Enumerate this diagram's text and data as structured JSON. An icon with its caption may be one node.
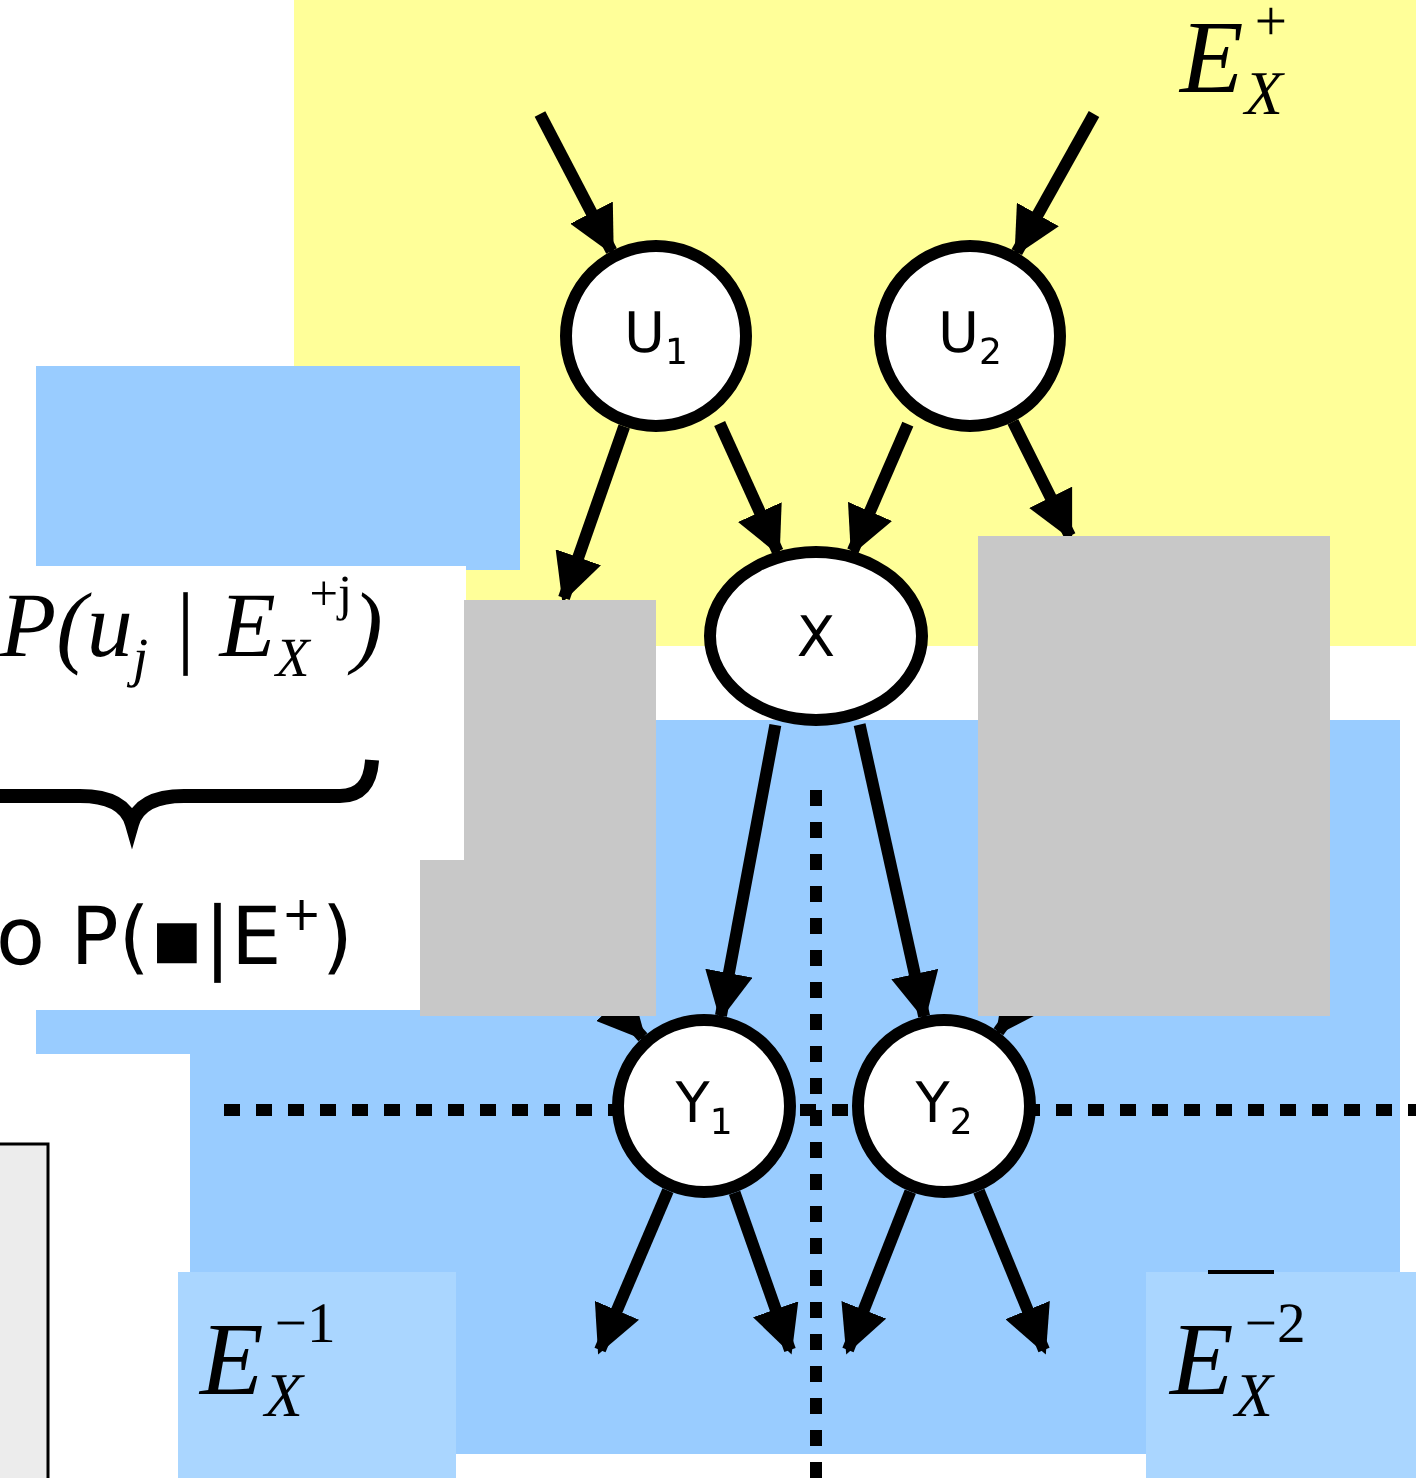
{
  "diagram": {
    "nodes": [
      {
        "text": [
          "U$_{1}$"
        ]
      },
      {
        "text": [
          "U$_{2}$"
        ]
      },
      {
        "text": [
          "X"
        ]
      },
      {
        "text": [
          "Y$_{1}$"
        ]
      },
      {
        "text": [
          "Y$_{2}$"
        ]
      },
      {
        "text": [],
        "shape": "box"
      },
      {
        "text": [],
        "shape": "box"
      },
      {
        "text": [],
        "shape": "box"
      }
    ],
    "edges": [
      {
        "from": null,
        "to": 0,
        "arrow": "to"
      },
      {
        "from": null,
        "to": 1,
        "arrow": "to"
      },
      {
        "from": 0,
        "to": 6,
        "arrow": "to"
      },
      {
        "from": 0,
        "to": 2,
        "arrow": "to"
      },
      {
        "from": 1,
        "to": 2,
        "arrow": "to"
      },
      {
        "from": 1,
        "to": 7,
        "arrow": "to"
      },
      {
        "from": 2,
        "to": 3,
        "arrow": "to"
      },
      {
        "from": 2,
        "to": 4,
        "arrow": "to"
      },
      {
        "from": 6,
        "to": 3,
        "arrow": "to"
      },
      {
        "from": 7,
        "to": 4,
        "arrow": "to"
      },
      {
        "from": 3,
        "to": null,
        "arrow": "to"
      },
      {
        "from": 3,
        "to": null,
        "arrow": "to"
      },
      {
        "from": 4,
        "to": null,
        "arrow": "to"
      },
      {
        "from": 4,
        "to": null,
        "arrow": "to"
      }
    ],
    "labels": [
      "E$_{X}$$^{+}$",
      "P(u$_{j}$ | E$_{X}$$^{+j}$)",
      "o P(▪|E$^{+}$)",
      "E$_{X}$$^{−1}$",
      "E$_{X}$$^{−2}$"
    ]
  }
}
